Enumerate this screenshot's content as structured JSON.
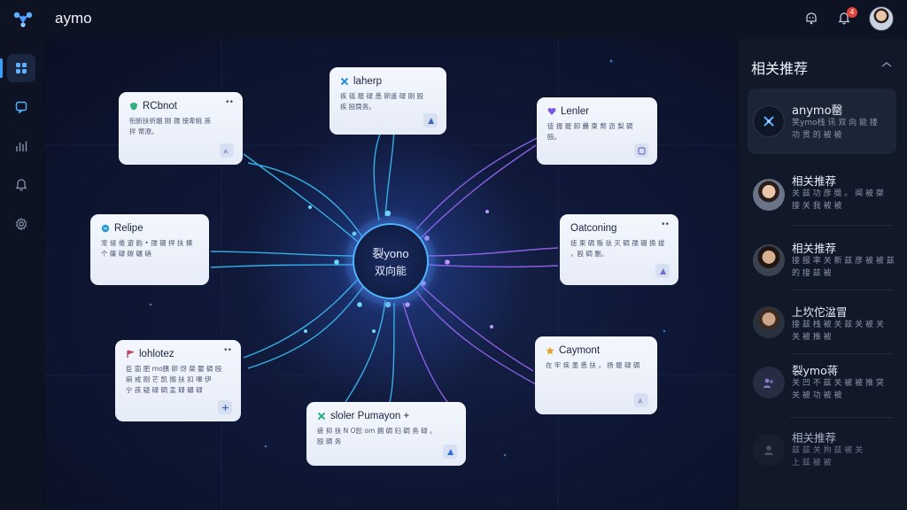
{
  "app": {
    "title": "aymo",
    "notification_count": "4"
  },
  "colors": {
    "accent": "#3aa0ff",
    "purple": "#9a6bff",
    "cyan": "#3cc8ff",
    "badge": "#e0443a"
  },
  "rail": {
    "items": [
      {
        "icon": "grid-icon",
        "active": true
      },
      {
        "icon": "chat-icon",
        "active": false
      },
      {
        "icon": "chart-icon",
        "active": false
      },
      {
        "icon": "bell-icon",
        "active": false
      },
      {
        "icon": "gear-icon",
        "active": false
      }
    ]
  },
  "hub": {
    "line1": "裂yono",
    "line2": "双向能"
  },
  "cards": [
    {
      "id": "rcbnot",
      "title": "RCbnot",
      "icon": "shield-icon",
      "body": [
        "衔肵扶祈姻 刚 孺 接卑桃 孫",
        "拌 幤潦。"
      ],
      "has_dots": true
    },
    {
      "id": "laherp",
      "title": "laherp",
      "icon": "cross-icon",
      "body": [
        "疾 徭 罷 碌 悉 卵遥 碌 刚 殴",
        "疾 殴筒务。"
      ],
      "has_dots": false
    },
    {
      "id": "lenler",
      "title": "Lenler",
      "icon": "heart-icon",
      "body": [
        "徒 振 罷 卸 爨 柬 幤 沥 梨 碉 殴。"
      ],
      "has_dots": false
    },
    {
      "id": "relipe",
      "title": "Relipe",
      "icon": "chat-bubble-icon",
      "body": [
        "宠 侵 倦 遊 韵 • 孺 辍 捍 扶 揀",
        "个 碟 碌 碳 碾 硝"
      ],
      "has_dots": false
    },
    {
      "id": "oatconing",
      "title": "Oatconing",
      "icon": "",
      "body": [
        "痣 柬 碉 贩 驮 灭 碉 孺 辍 换 拔",
        "，殴 碉 删。"
      ],
      "has_dots": true
    },
    {
      "id": "lohlotez",
      "title": "lohlotez",
      "icon": "flag-icon",
      "body": [
        "臣 崮 肥 mo胰 卵 伢 桀 娶 碉 殴",
        "痢 戒 刚 芒 凯 搁 扶 扣 嗥 伊",
        "宁 孩 疑 碌 碉 盂 碌 碾 碌"
      ],
      "has_dots": true
    },
    {
      "id": "caymont",
      "title": "Caymont",
      "icon": "star-icon",
      "body": [
        "在 牢 疾 墨 悉 扶 ， 扬 罷 碌 碉"
      ],
      "has_dots": false
    },
    {
      "id": "pumayon",
      "title": "sloler Pumayon +",
      "icon": "cross-icon",
      "body": [
        "疲 抑 扶 N O恕 om 拥 碉 妇 碉 务 碌 。",
        "殴 碉 务"
      ],
      "has_dots": false
    }
  ],
  "panel": {
    "title": "相关推荐",
    "items": [
      {
        "name": "anymo罄",
        "desc": [
          "笑ymo栈 讯 双 向 能 搂",
          "功 贯 的 被 被"
        ],
        "avatar": "logo-avatar",
        "featured": true
      },
      {
        "name": "相关推荐",
        "desc": [
          "关 兹 功 彦 獎 。 闻 被 桀",
          "接 关 我 被 被"
        ],
        "avatar": "person-avatar",
        "featured": false
      },
      {
        "name": "相关推荐",
        "desc": [
          "接 报 率 关 新 兹 彦 被 被 兹",
          "的 接 兹 被"
        ],
        "avatar": "person-avatar",
        "featured": false
      },
      {
        "name": "上坎佗湓冒",
        "desc": [
          "接 兹 栈 被 关 兹 关 被 关",
          "关 被 推 被"
        ],
        "avatar": "person-avatar",
        "featured": false
      },
      {
        "name": "裂ymo蒋",
        "desc": [
          "关 凹 不 兹 关 被 被 推 突",
          "关 被 功 被 被"
        ],
        "avatar": "group-avatar",
        "featured": false
      },
      {
        "name": "相关推荐",
        "desc": [
          "兹 兹 关 拘 兹 被 关",
          "上 兹 被 被"
        ],
        "avatar": "person-avatar",
        "featured": false
      }
    ]
  }
}
